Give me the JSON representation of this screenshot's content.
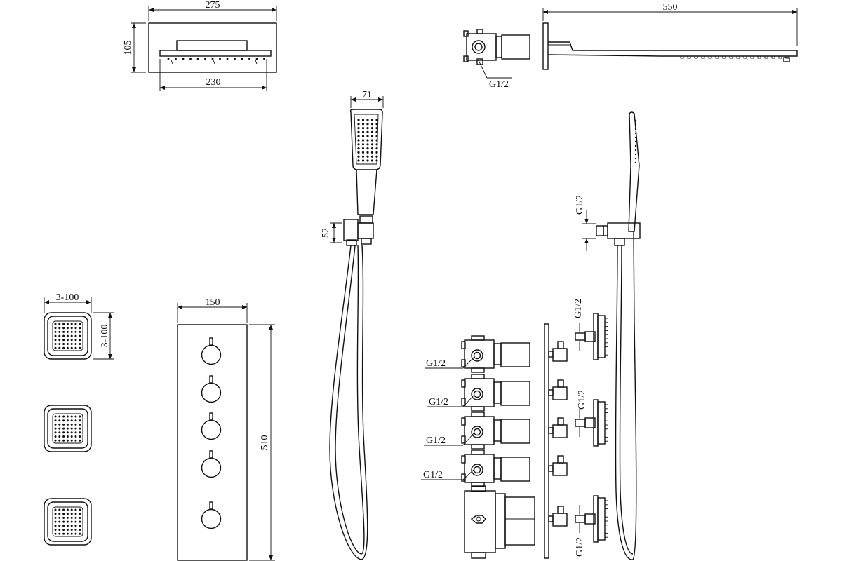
{
  "dimensions": {
    "rain_head_width": "275",
    "rain_head_height": "105",
    "rain_head_inner": "230",
    "arm_length": "550",
    "handshower_width": "71",
    "holder_height": "52",
    "body_jet_width": "3-100",
    "body_jet_height": "3-100",
    "panel_width": "150",
    "panel_height": "510"
  },
  "thread_labels": {
    "top_valve": "G1/2",
    "side_holder": "G1/2",
    "jet_top": "G1/2",
    "jet_mid": "G1/2",
    "jet_bottom": "G1/2",
    "valve_1": "G1/2",
    "valve_2": "G1/2",
    "valve_3": "G1/2",
    "valve_4": "G1/2"
  }
}
